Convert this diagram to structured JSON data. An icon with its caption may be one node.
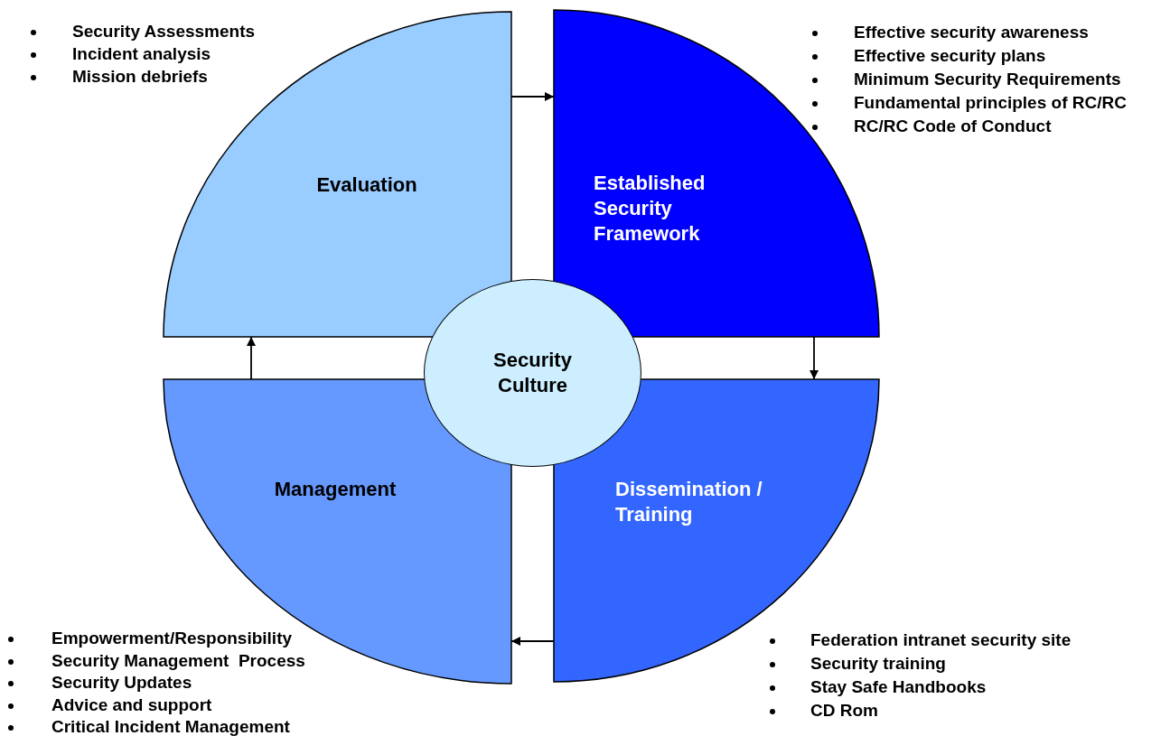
{
  "diagram": {
    "nodes": [
      {
        "text": [
          "Evaluation"
        ],
        "beside": [
          "Security Assessments",
          "Incident analysis",
          "Mission debriefs"
        ]
      },
      {
        "text": [
          "Established Security Framework"
        ],
        "beside": [
          "Effective security awareness",
          "Effective security plans",
          "Minimum Security Requirements",
          "Fundamental principles of RC/RC",
          "RC/RC Code of Conduct"
        ]
      },
      {
        "text": [
          "Dissemination / Training"
        ],
        "beside": [
          "Federation intranet security site",
          "Security training",
          "Stay Safe Handbooks",
          "CD Rom"
        ]
      },
      {
        "text": [
          "Management"
        ],
        "beside": [
          "Empowerment/Responsibility",
          "Security Management  Process",
          "Security Updates",
          "Advice and support",
          "Critical Incident Management"
        ]
      },
      {
        "text": [
          "Security Culture"
        ]
      }
    ],
    "edges": [
      {
        "from": 0,
        "to": 1,
        "arrow": "to"
      },
      {
        "from": 1,
        "to": 2,
        "arrow": "to"
      },
      {
        "from": 2,
        "to": 3,
        "arrow": "to"
      },
      {
        "from": 3,
        "to": 0,
        "arrow": "to"
      }
    ]
  }
}
